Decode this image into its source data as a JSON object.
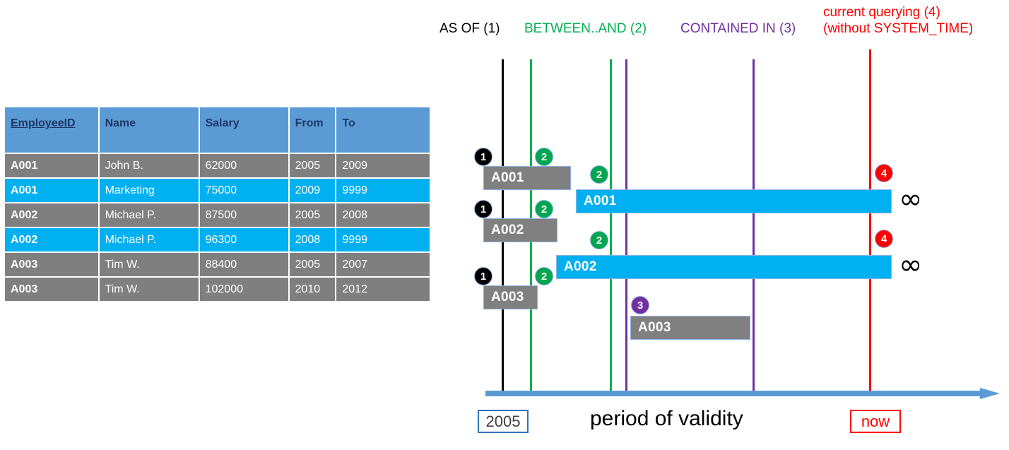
{
  "table": {
    "columns": [
      "EmployeeID",
      "Name",
      "Salary",
      "From",
      "To"
    ],
    "rows": [
      {
        "style": "gray",
        "EmployeeID": "A001",
        "Name": "John  B.",
        "Salary": "62000",
        "From": "2005",
        "To": "2009"
      },
      {
        "style": "cyan",
        "EmployeeID": "A001",
        "Name": "Marketing",
        "Salary": "75000",
        "From": "2009",
        "To": "9999"
      },
      {
        "style": "gray",
        "EmployeeID": "A002",
        "Name": "Michael P.",
        "Salary": "87500",
        "From": "2005",
        "To": "2008"
      },
      {
        "style": "cyan",
        "EmployeeID": "A002",
        "Name": "Michael P.",
        "Salary": "96300",
        "From": "2008",
        "To": "9999"
      },
      {
        "style": "gray",
        "EmployeeID": "A003",
        "Name": "Tim W.",
        "Salary": "88400",
        "From": "2005",
        "To": "2007"
      },
      {
        "style": "gray",
        "EmployeeID": "A003",
        "Name": "Tim W.",
        "Salary": "102000",
        "From": "2010",
        "To": "2012"
      }
    ]
  },
  "legend": {
    "as_of": "AS OF (1)",
    "between_and": "BETWEEN..AND (2)",
    "contained_in": "CONTAINED IN (3)",
    "current_line1": "current querying (4)",
    "current_line2": "(without SYSTEM_TIME)"
  },
  "colors": {
    "as_of": "#000000",
    "between_and": "#00B050",
    "contained_in": "#7030A0",
    "current": "#FF0000",
    "header_blue": "#5B9BD5",
    "row_gray": "#7F7F7F",
    "row_cyan": "#00B0F0",
    "axis_blue": "#5B9BD5"
  },
  "diagram": {
    "bars": [
      {
        "id": "bar-a001-old",
        "label": "A001",
        "style": "gray"
      },
      {
        "id": "bar-a001-cur",
        "label": "A001",
        "style": "cyan"
      },
      {
        "id": "bar-a002-old",
        "label": "A002",
        "style": "gray"
      },
      {
        "id": "bar-a002-cur",
        "label": "A002",
        "style": "cyan"
      },
      {
        "id": "bar-a003-old",
        "label": "A003",
        "style": "gray"
      },
      {
        "id": "bar-a003-new",
        "label": "A003",
        "style": "gray"
      }
    ],
    "badges": {
      "one": "1",
      "two": "2",
      "three": "3",
      "four": "4"
    },
    "infinity_symbol": "∞",
    "axis_caption": "period of validity",
    "axis_start_label": "2005",
    "axis_end_label": "now"
  },
  "chart_data": {
    "type": "timeline",
    "title": "period of validity",
    "xlabel": "period of validity",
    "x_start_label": "2005",
    "x_end_label": "now",
    "bars": [
      {
        "label": "A001",
        "version": "historical",
        "from": 2005,
        "to": 2009,
        "color": "#808080",
        "row": 1
      },
      {
        "label": "A001",
        "version": "current",
        "from": 2009,
        "to": 9999,
        "color": "#00B0F0",
        "row": 2
      },
      {
        "label": "A002",
        "version": "historical",
        "from": 2005,
        "to": 2008,
        "color": "#808080",
        "row": 3
      },
      {
        "label": "A002",
        "version": "current",
        "from": 2008,
        "to": 9999,
        "color": "#00B0F0",
        "row": 4
      },
      {
        "label": "A003",
        "version": "historical",
        "from": 2005,
        "to": 2007,
        "color": "#808080",
        "row": 5
      },
      {
        "label": "A003",
        "version": "historical",
        "from": 2010,
        "to": 2012,
        "color": "#808080",
        "row": 6
      }
    ],
    "markers": [
      {
        "name": "AS OF (1)",
        "color": "#000000",
        "kind": "point"
      },
      {
        "name": "BETWEEN..AND (2)",
        "color": "#00B050",
        "kind": "range"
      },
      {
        "name": "CONTAINED IN (3)",
        "color": "#7030A0",
        "kind": "range"
      },
      {
        "name": "current querying (4)",
        "color": "#FF0000",
        "kind": "point"
      }
    ],
    "legend_position": "top"
  }
}
